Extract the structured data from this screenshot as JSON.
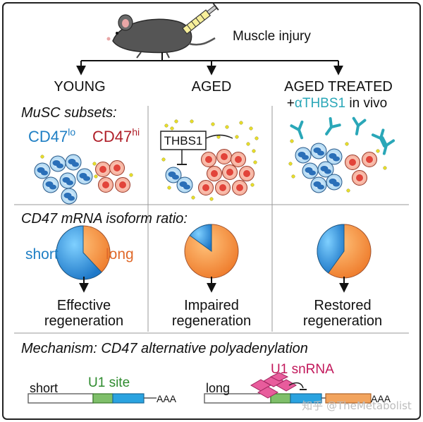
{
  "header": {
    "label": "Muscle injury"
  },
  "columns": {
    "young": "YOUNG",
    "aged": "AGED",
    "treated_line1": "AGED TREATED",
    "treated_line2_plus": "+",
    "treated_line2_antibody": "αTHBS1",
    "treated_line2_rest": " in vivo"
  },
  "subsets": {
    "title": "MuSC subsets:",
    "cd47_lo_base": "CD47",
    "cd47_lo_sup": "lo",
    "cd47_hi_base": "CD47",
    "cd47_hi_sup": "hi",
    "thbs1_label": "THBS1"
  },
  "isoform": {
    "title": "CD47 mRNA isoform ratio:",
    "short_label": "short",
    "long_label": "long",
    "outcome_young": [
      "Effective",
      "regeneration"
    ],
    "outcome_aged": [
      "Impaired",
      "regeneration"
    ],
    "outcome_treated": [
      "Restored",
      "regeneration"
    ]
  },
  "pie_short_fraction": {
    "young": 0.62,
    "aged": 0.15,
    "treated": 0.4
  },
  "mechanism": {
    "title": "Mechanism: CD47 alternative polyadenylation",
    "short_label": "short",
    "u1_site": "U1 site",
    "aaa_short": "AAA",
    "long_label": "long",
    "u1_snrna": "U1 snRNA",
    "aaa_long": "AAA"
  },
  "watermark": "知乎 @TheMetabolist",
  "colors": {
    "blue": "#2a8fd6",
    "orange": "#f08a3c",
    "red_text": "#b0202a",
    "blue_text": "#1f7fc4",
    "green": "#2e8b2e",
    "magenta": "#c2185b",
    "teal": "#3fb3c0",
    "yellow": "#e8de2a"
  }
}
